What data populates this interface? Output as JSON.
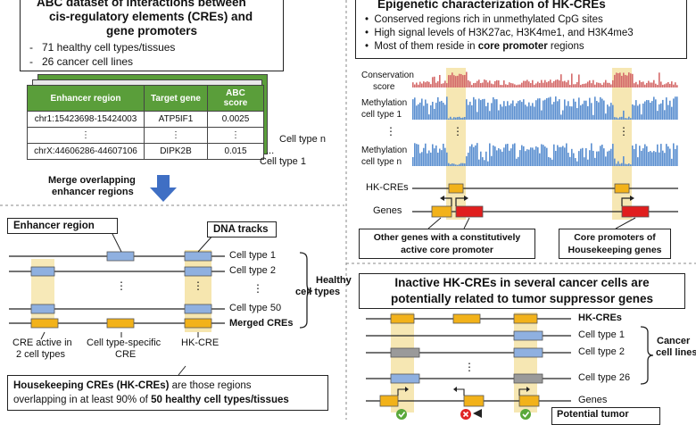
{
  "abc": {
    "title_lines": [
      "ABC dataset of interactions between",
      "cis-regulatory elements (CREs) and",
      "gene promoters"
    ],
    "bullets": [
      "71 healthy cell types/tissues",
      "26 cancer cell lines"
    ],
    "table": {
      "headers": [
        "Enhancer region",
        "Target gene",
        "ABC score"
      ],
      "rows": [
        [
          "chr1:15423698-15424003",
          "ATP5IF1",
          "0.0025"
        ],
        [
          "⋮",
          "⋮",
          "⋮"
        ],
        [
          "chrX:44606286-44607106",
          "DIPK2B",
          "0.015"
        ]
      ]
    },
    "stack_labels": [
      "Cell type n",
      "Cell type 1"
    ],
    "stack_dots": "..."
  },
  "merge": {
    "label_lines": [
      "Merge overlapping",
      "enhancer regions"
    ]
  },
  "tracks": {
    "enhancer_region_label": "Enhancer region",
    "dna_tracks_label": "DNA tracks",
    "rows": [
      "Cell type 1",
      "Cell type 2",
      "Cell type 50",
      "Merged CREs"
    ],
    "dots": "⋮",
    "group_label": [
      "Healthy",
      "cell types"
    ],
    "annotations": {
      "cre_active": [
        "CRE active in",
        "2 cell types"
      ],
      "specific": [
        "Cell type-specific",
        "CRE"
      ],
      "hk": "HK-CRE"
    }
  },
  "hk_definition": {
    "bold": "Housekeeping CREs (HK-CREs)",
    "rest1": " are those regions",
    "line2_plain": "overlapping in at least 90% of ",
    "line2_bold": "50 healthy cell types/tissues"
  },
  "epi": {
    "title": "Epigenetic characterization of HK-CREs",
    "bullets": [
      "Conserved regions rich in unmethylated CpG sites",
      "High signal levels of H3K27ac, H3K4me1, and H3K4me3"
    ],
    "bullet3_plain": "Most of them reside in ",
    "bullet3_bold": "core promoter",
    "bullet3_end": " regions",
    "tracks": [
      [
        "Conservation",
        "score"
      ],
      [
        "Methylation",
        "cell type 1"
      ],
      [
        "Methylation",
        "cell type n"
      ]
    ],
    "dots": "⋮",
    "hk_label": "HK-CREs",
    "genes_label": "Genes",
    "callout_left": [
      "Other genes with a constitutively",
      "active core promoter"
    ],
    "callout_right": [
      "Core promoters of",
      "Housekeeping genes"
    ],
    "colors": {
      "conservation": "#d46a6a",
      "methylation": "#5b8fd0"
    }
  },
  "inactive": {
    "title_lines": [
      "Inactive HK-CREs in several cancer cells are",
      "potentially related to tumor suppressor genes"
    ],
    "rows": [
      "HK-CREs",
      "Cell type 1",
      "Cell type 2",
      "Cell type 26",
      "Genes"
    ],
    "dots": "⋮",
    "group_label": [
      "Cancer",
      "cell lines"
    ],
    "potential": "Potential tumor"
  },
  "colors": {
    "orange": "#f2b21a",
    "blue": "#8fb0e0",
    "gray": "#9a9a9a",
    "red": "#e01e1e",
    "green": "#5a9e3a",
    "highlight": "#f5e3a6"
  }
}
